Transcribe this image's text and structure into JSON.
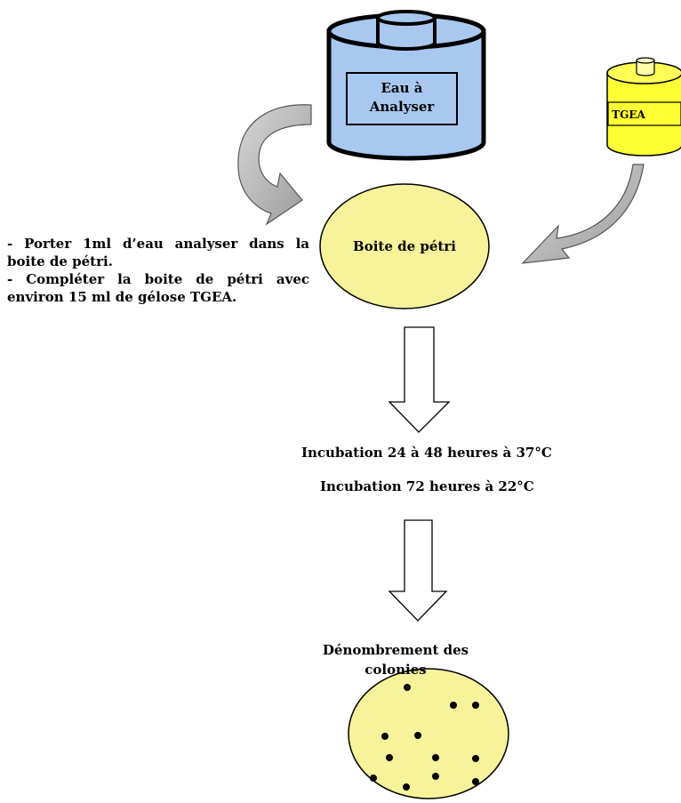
{
  "water_container": {
    "label_line1": "Eau à",
    "label_line2": "Analyser",
    "fill": "#a8c8f0",
    "stroke": "#000000"
  },
  "tgea_bottle": {
    "label": "TGEA",
    "fill": "#ffff33"
  },
  "petri_dish": {
    "label": "Boite de pétri",
    "fill": "#f7f39a"
  },
  "instructions": {
    "line1": "- Porter 1ml d’eau analyser dans la boite de pétri.",
    "line2": "- Compléter la boite de pétri avec environ 15 ml de gélose TGEA."
  },
  "incubation": {
    "step1": "Incubation 24 à 48  heures à 37°C",
    "step2": "Incubation 72 heures à 22°C"
  },
  "counting": {
    "line1": "Dénombrement des",
    "line2": "colonies"
  },
  "colony_plate": {
    "fill": "#f7f39a",
    "colony_color": "#000000"
  }
}
